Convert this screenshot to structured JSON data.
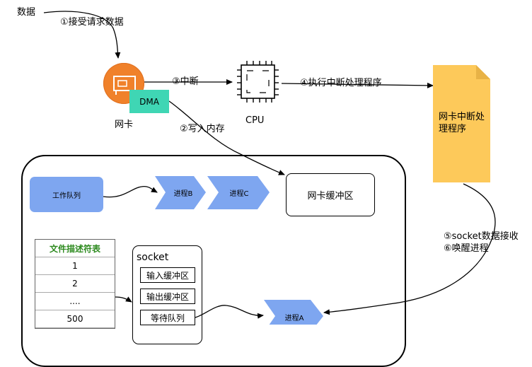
{
  "labels": {
    "data": "数据",
    "step1": "①接受请求数据",
    "step3": "③中断",
    "step4": "④执行中断处理程序",
    "step2": "②写入内存",
    "nic": "网卡",
    "dma": "DMA",
    "cpu": "CPU",
    "handler": "网卡中断处理程序",
    "step5": "⑤socket数据接收",
    "step6": "⑥唤醒进程"
  },
  "kernel": {
    "work_queue": "工作队列",
    "process_b": "进程B",
    "process_c": "进程C",
    "nic_buffer": "网卡缓冲区",
    "process_a": "进程A"
  },
  "fd_table": {
    "header": "文件描述符表",
    "rows": [
      "1",
      "2",
      "....",
      "500"
    ]
  },
  "socket": {
    "title": "socket",
    "items": [
      "输入缓冲区",
      "输出缓冲区",
      "等待队列"
    ]
  },
  "colors": {
    "nic": "#f0812a",
    "dma": "#3fd6b4",
    "process": "#7ea6f0",
    "handler_doc": "#fdc95a",
    "fd_header": "#2e8b20"
  },
  "icons": {
    "nic": "network-card-icon",
    "cpu": "cpu-chip-icon",
    "handler": "document-icon"
  }
}
